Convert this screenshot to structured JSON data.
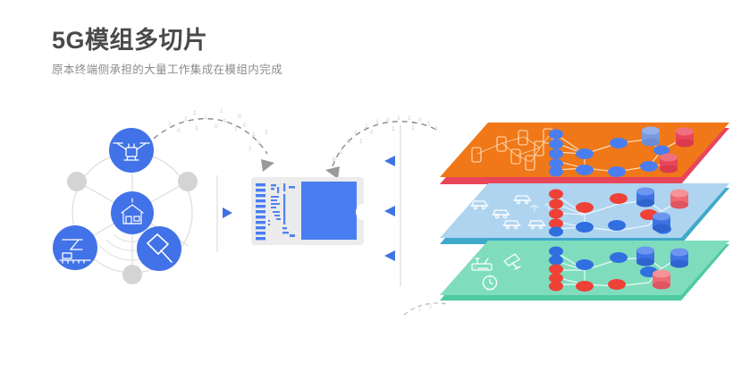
{
  "header": {
    "title": "5G模组多切片",
    "subtitle": "原本终端侧承担的大量工作集成在模组内完成"
  },
  "colors": {
    "accent_blue": "#3f73e3",
    "node_blue": "#4a7ef0",
    "plane_orange": "#f07818",
    "plane_orange_edge": "#e8455a",
    "plane_blue": "#aed4f0",
    "plane_blue_edge": "#3fa9c9",
    "plane_green": "#7fddbe",
    "node_red": "#ef4136",
    "gray_dot": "#d4d4d4",
    "ring_line": "#dcdcdc",
    "dash_line": "#8a8a8a",
    "module_board": "#ececec",
    "title_gray": "#4a4a4a",
    "subtitle_gray": "#8c8c8c"
  },
  "left_cluster": {
    "name": "terminal-device-cluster",
    "center_icon": "factory-signal-icon",
    "nodes": [
      {
        "label": "drone-icon",
        "type": "blue",
        "angle": 90
      },
      {
        "label": "gray-node-upper-left",
        "type": "gray",
        "angle": 150
      },
      {
        "label": "gray-node-upper-right",
        "type": "gray",
        "angle": 30
      },
      {
        "label": "robot-arm-icon",
        "type": "blue",
        "angle": 200
      },
      {
        "label": "hammer-icon",
        "type": "blue",
        "angle": 340
      },
      {
        "label": "gray-node-bottom",
        "type": "gray",
        "angle": 270
      }
    ],
    "ring_count": 3
  },
  "module": {
    "name": "5g-module-board",
    "pin_count": 11,
    "chip_label": "main-chip",
    "notch_label": "board-notch"
  },
  "data_flow": {
    "left_arc_label": "binary-data-stream-inbound",
    "right_arc_label": "binary-data-stream-outbound",
    "binary_digits": [
      "1",
      "0",
      "1",
      "1",
      "0",
      "1",
      "0",
      "1",
      "1",
      "0",
      "1",
      "0",
      "1",
      "1",
      "0",
      "1"
    ],
    "left_divider_arrows": 1,
    "right_divider_arrows": 3
  },
  "slices": [
    {
      "name": "slice-plane-orange",
      "fill": "#f07818",
      "edge": "#e8455a",
      "device_icons": [
        "phone-icon",
        "phone-icon",
        "phone-icon",
        "phone-icon",
        "phone-icon",
        "phone-icon",
        "phone-icon"
      ],
      "node_colors": [
        "blue",
        "blue",
        "blue",
        "blue",
        "blue",
        "blue",
        "blue",
        "blue",
        "blue",
        "blue"
      ],
      "db_colors": [
        "red",
        "red",
        "blue"
      ]
    },
    {
      "name": "slice-plane-blue",
      "fill": "#aed4f0",
      "edge": "#3fa9c9",
      "device_icons": [
        "car-icon",
        "car-icon",
        "car-icon",
        "car-icon",
        "car-icon"
      ],
      "node_colors": [
        "red",
        "red",
        "red",
        "red",
        "blue",
        "blue",
        "red",
        "red",
        "blue",
        "blue"
      ],
      "db_colors": [
        "blue",
        "red",
        "red",
        "blue"
      ]
    },
    {
      "name": "slice-plane-green",
      "fill": "#7fddbe",
      "edge": "#4fc9a2",
      "device_icons": [
        "router-icon",
        "satellite-dish-icon",
        "watch-icon"
      ],
      "node_colors": [
        "blue",
        "blue",
        "red",
        "red",
        "red",
        "blue",
        "blue",
        "red",
        "red",
        "blue"
      ],
      "db_colors": [
        "blue",
        "blue",
        "blue",
        "red"
      ]
    }
  ]
}
